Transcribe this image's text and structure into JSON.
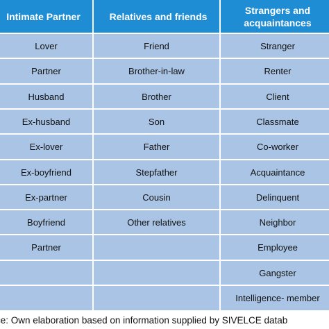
{
  "table": {
    "headers": [
      "Intimate Partner",
      "Relatives and friends",
      "Strangers and",
      "acquaintances"
    ],
    "rows": [
      [
        "Lover",
        "Friend",
        "Stranger"
      ],
      [
        "Partner",
        "Brother-in-law",
        "Renter"
      ],
      [
        "Husband",
        "Brother",
        "Client"
      ],
      [
        "Ex-husband",
        "Son",
        "Classmate"
      ],
      [
        "Ex-lover",
        "Father",
        "Co-worker"
      ],
      [
        "Ex-boyfriend",
        "Stepfather",
        "Acquaintance"
      ],
      [
        "Ex-partner",
        "Cousin",
        "Delinquent"
      ],
      [
        "Boyfriend",
        "Other relatives",
        "Neighbor"
      ],
      [
        "Partner",
        "",
        "Employee"
      ],
      [
        "",
        "",
        "Gangster"
      ],
      [
        "",
        "",
        "Intelligence- member"
      ]
    ]
  },
  "caption": "ce: Own elaboration based on information supplied by SIVELCE datab",
  "colors": {
    "header_bg": "#1f8dd3",
    "cell_bg": "#a9c4e4",
    "separator": "#ffffff"
  }
}
